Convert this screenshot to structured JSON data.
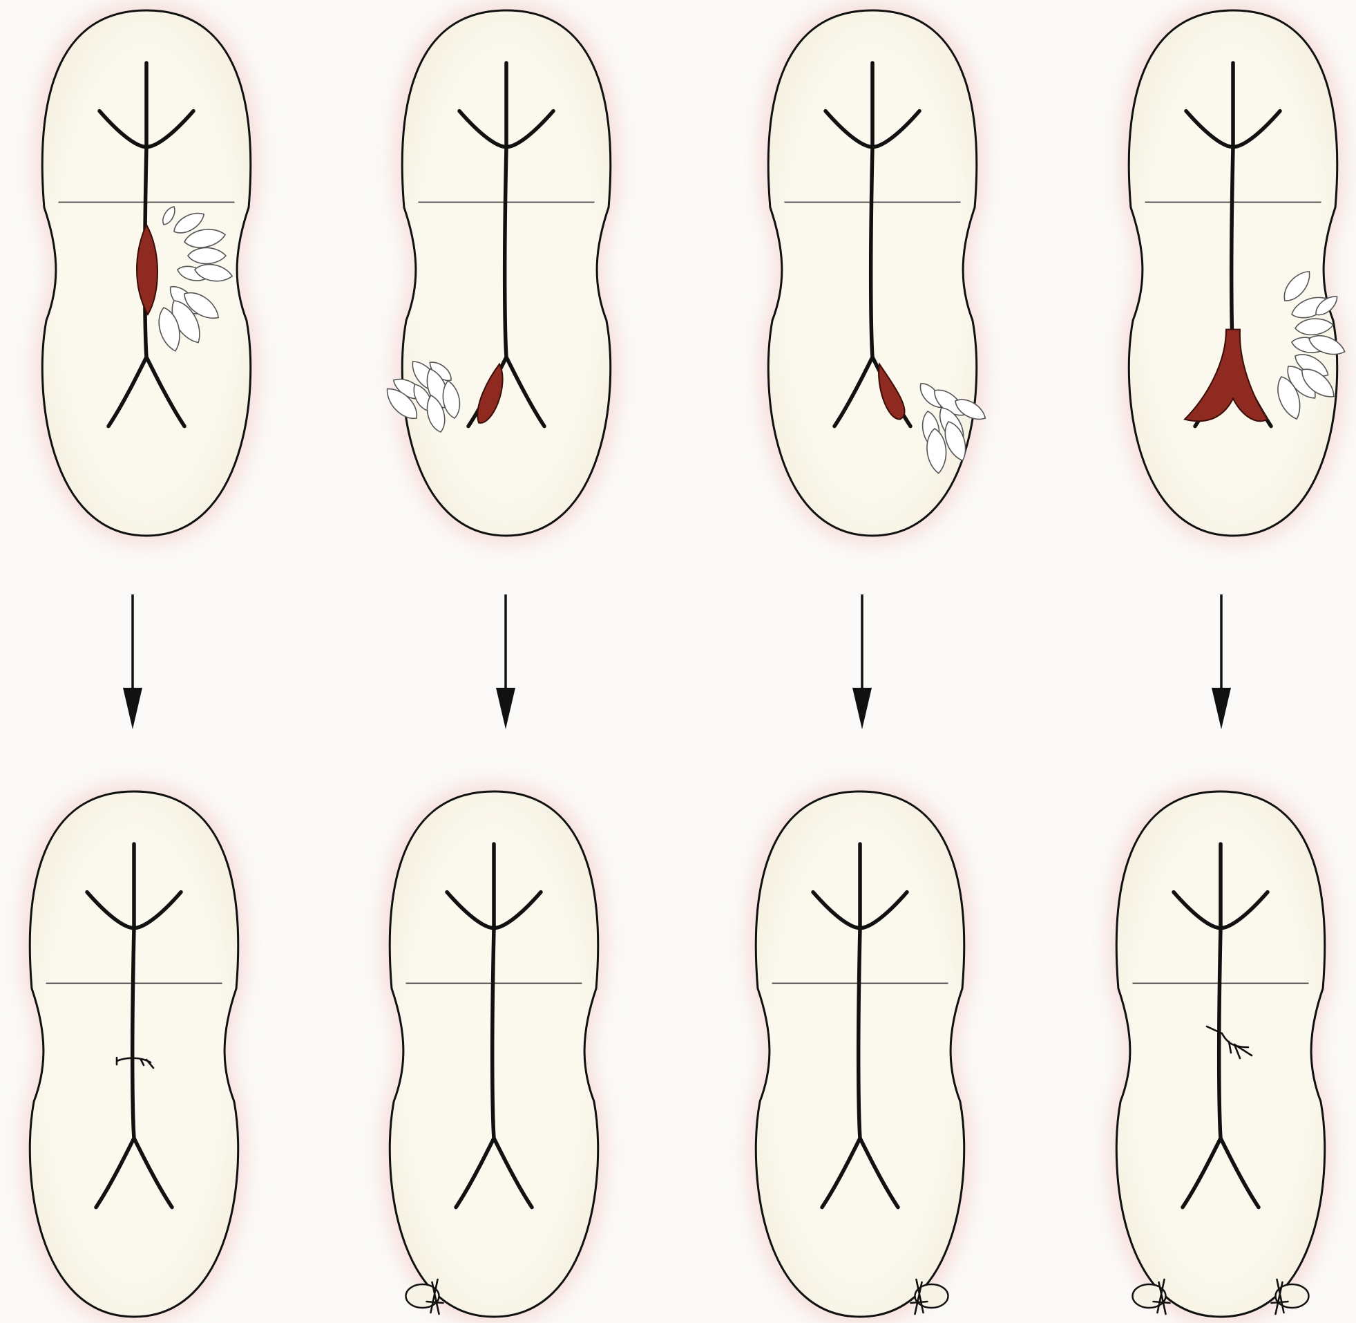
{
  "colors": {
    "background": "#fbfaf8",
    "tissue": "#f4efdf",
    "tissue_center": "#fbf8ee",
    "outline": "#111111",
    "halo": "#f3c9c4",
    "clot": "#8e2a1f",
    "drop": "#ffffff"
  },
  "panels": [
    {
      "id": "top-1",
      "name": "unfolded-organ-bleeding-center-panel",
      "bleed": "center",
      "knots": [],
      "suture": "none"
    },
    {
      "id": "top-2",
      "name": "unfolded-organ-bleeding-lower-left-panel",
      "bleed": "lower-left",
      "knots": [],
      "suture": "none"
    },
    {
      "id": "top-3",
      "name": "unfolded-organ-bleeding-lower-right-panel",
      "bleed": "lower-right",
      "knots": [],
      "suture": "none"
    },
    {
      "id": "top-4",
      "name": "unfolded-organ-bleeding-lower-y-panel",
      "bleed": "lower-y",
      "knots": [],
      "suture": "none"
    },
    {
      "id": "bot-1",
      "name": "repaired-organ-center-stitch-panel",
      "bleed": "none",
      "knots": [],
      "suture": "small"
    },
    {
      "id": "bot-2",
      "name": "repaired-organ-left-ligature-panel",
      "bleed": "none",
      "knots": [
        "left"
      ],
      "suture": "none"
    },
    {
      "id": "bot-3",
      "name": "repaired-organ-right-ligature-panel",
      "bleed": "none",
      "knots": [
        "right"
      ],
      "suture": "none"
    },
    {
      "id": "bot-4",
      "name": "repaired-organ-double-ligature-panel",
      "bleed": "none",
      "knots": [
        "left",
        "right"
      ],
      "suture": "branched"
    }
  ],
  "arrows": 4
}
